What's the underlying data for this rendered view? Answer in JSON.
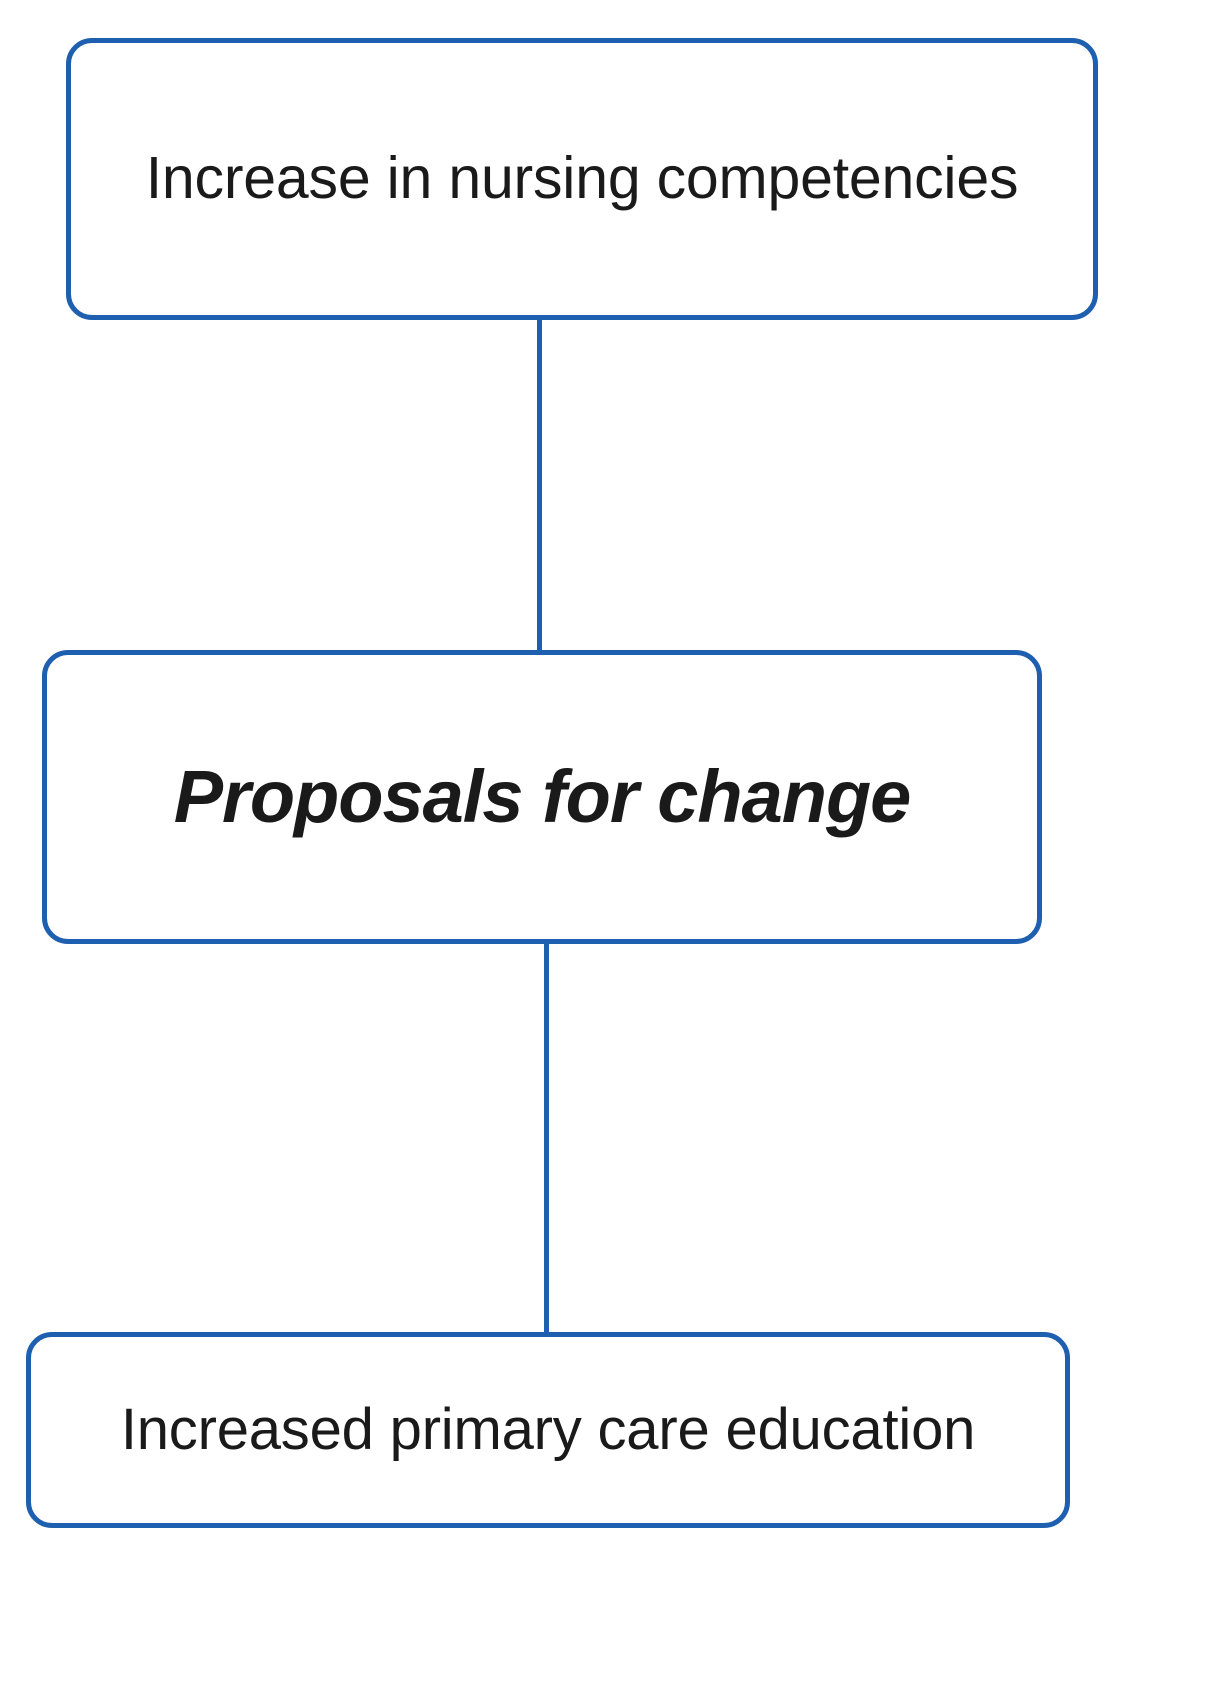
{
  "diagram": {
    "title": "Proposals for change",
    "type": "vertical-flow",
    "accent_color": "#1f5fb0",
    "text_color": "#1a1a1a",
    "background_color": "#ffffff",
    "nodes": [
      {
        "id": "increase-nursing-competencies",
        "label": "Increase in nursing competencies",
        "line1": "Increase in nursing",
        "line2": "competencies",
        "role": "outcome",
        "emphasis": "regular",
        "position": "top"
      },
      {
        "id": "proposals-for-change",
        "label": "Proposals for change",
        "role": "theme",
        "emphasis": "bold-italic",
        "position": "middle"
      },
      {
        "id": "increased-primary-care-education",
        "label": "Increased primary care education",
        "role": "outcome",
        "emphasis": "regular",
        "position": "bottom"
      }
    ],
    "connectors": [
      {
        "id": "connector-top",
        "from": "increase-nursing-competencies",
        "to": "proposals-for-change",
        "style": "solid-line"
      },
      {
        "id": "connector-bottom",
        "from": "proposals-for-change",
        "to": "increased-primary-care-education",
        "style": "solid-line"
      }
    ]
  }
}
